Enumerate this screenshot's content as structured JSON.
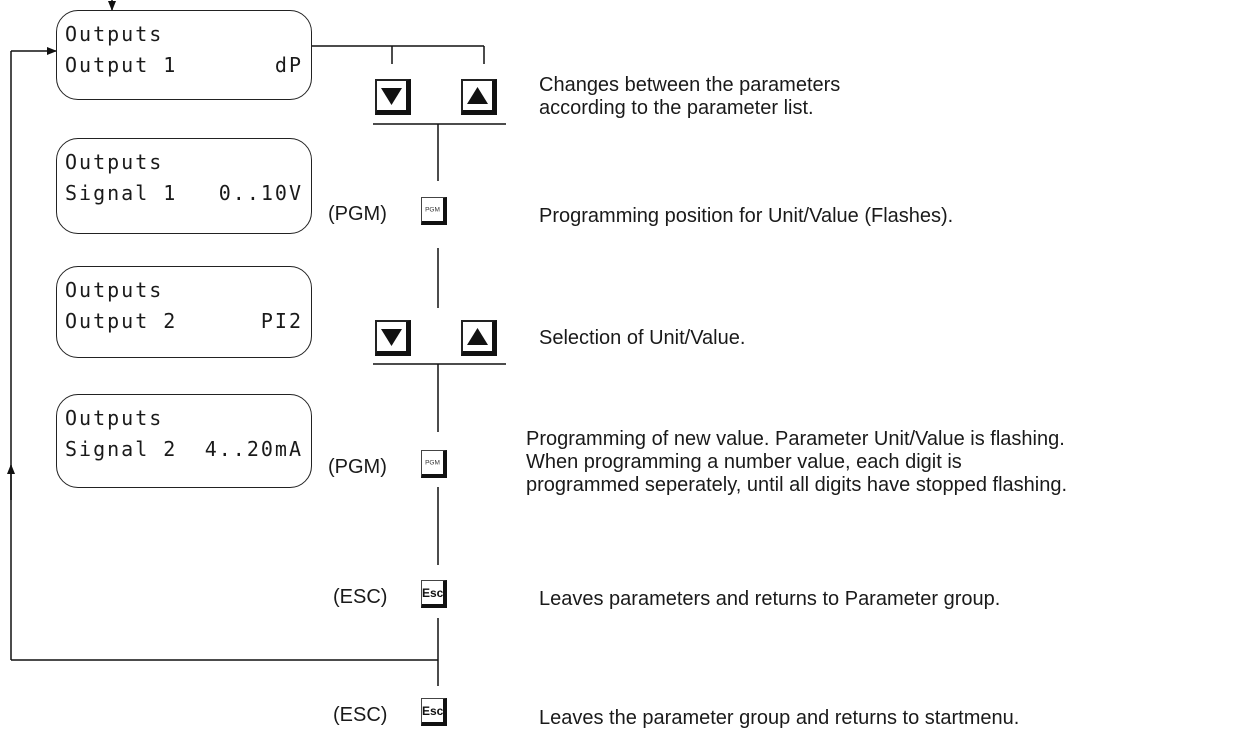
{
  "displays": [
    {
      "line1": "Outputs",
      "line2_left": "Output 1",
      "line2_right": "dP"
    },
    {
      "line1": "Outputs",
      "line2_left": "Signal 1",
      "line2_right": "0..10V"
    },
    {
      "line1": "Outputs",
      "line2_left": "Output 2",
      "line2_right": "PI2"
    },
    {
      "line1": "Outputs",
      "line2_left": "Signal 2",
      "line2_right": "4..20mA"
    }
  ],
  "keys": {
    "pgm_label": "PGM",
    "esc_label": "Esc",
    "pgm_paren": "(PGM)",
    "esc_paren": "(ESC)"
  },
  "steps": [
    {
      "description": [
        "Changes between the parameters",
        "according to the parameter list."
      ]
    },
    {
      "description": [
        "Programming position for Unit/Value (Flashes)."
      ]
    },
    {
      "description": [
        "Selection of Unit/Value."
      ]
    },
    {
      "description": [
        "Programming of new value. Parameter Unit/Value is flashing.",
        "When programming a number value, each digit is",
        "programmed seperately, until all digits have stopped flashing."
      ]
    },
    {
      "description": [
        "Leaves parameters and returns to Parameter group."
      ]
    },
    {
      "description": [
        "Leaves the parameter group and returns to startmenu."
      ]
    }
  ]
}
